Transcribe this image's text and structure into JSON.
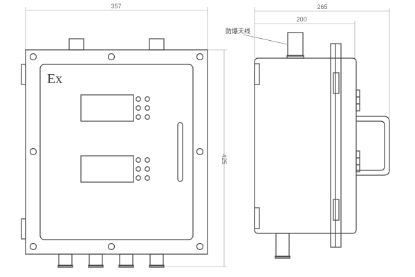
{
  "front_view": {
    "marking": "Ex",
    "width_dim": "357",
    "height_dim": "425",
    "displays": 2,
    "buttons_per_display": 6
  },
  "side_view": {
    "depth_dim": "265",
    "body_depth_dim": "200",
    "antenna_label": "防爆天线"
  },
  "colors": {
    "line": "#444444",
    "dim_line": "#999999",
    "background": "#ffffff"
  }
}
